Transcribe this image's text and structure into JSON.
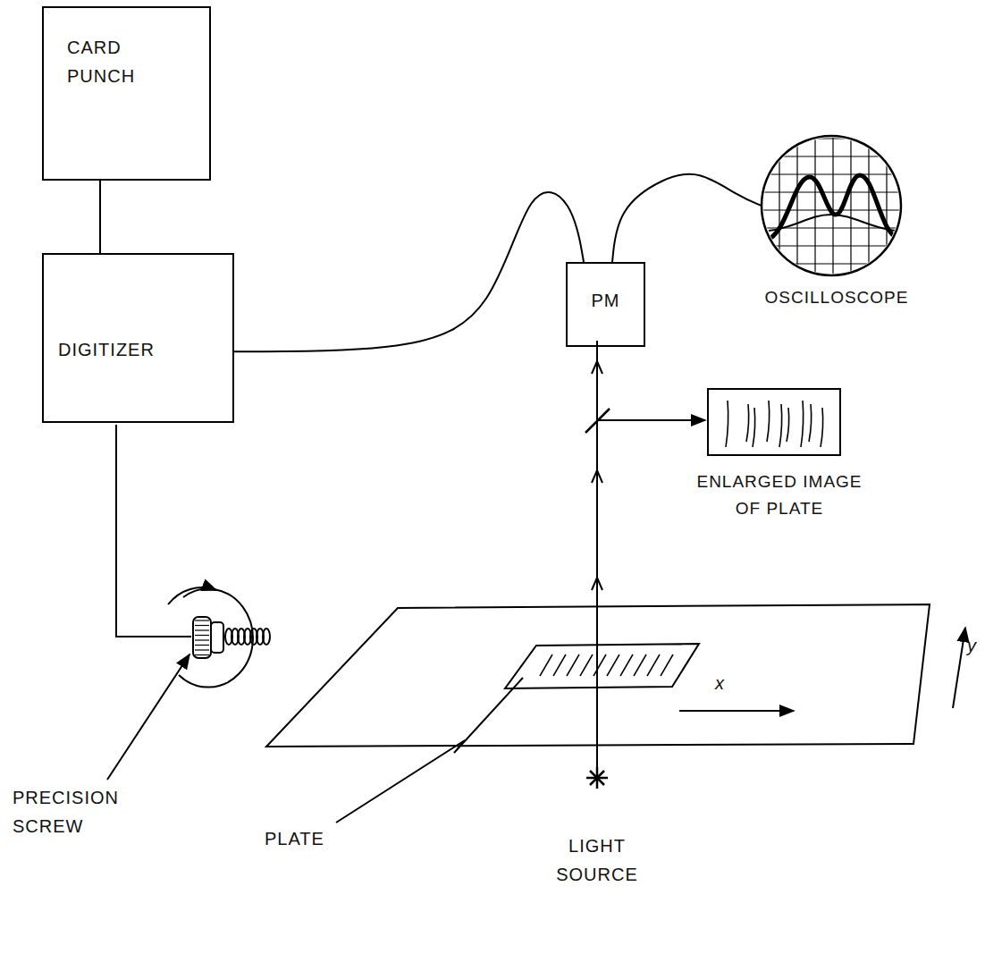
{
  "diagram": {
    "nodes": [
      {
        "text": [
          "CARD PUNCH"
        ]
      },
      {
        "text": [
          "DIGITIZER"
        ]
      },
      {
        "text": [
          "PM"
        ]
      },
      {
        "text": [
          "OSCILLOSCOPE"
        ]
      },
      {
        "text": [
          "ENLARGED IMAGE OF PLATE"
        ]
      }
    ],
    "edges": [
      {
        "from": 0,
        "to": 1,
        "arrow": "none"
      },
      {
        "from": 1,
        "to": 2,
        "arrow": "none"
      },
      {
        "from": 2,
        "to": 3,
        "arrow": "none"
      }
    ],
    "labels": [
      "PRECISION SCREW",
      "PLATE",
      "LIGHT SOURCE",
      "x",
      "y"
    ]
  }
}
